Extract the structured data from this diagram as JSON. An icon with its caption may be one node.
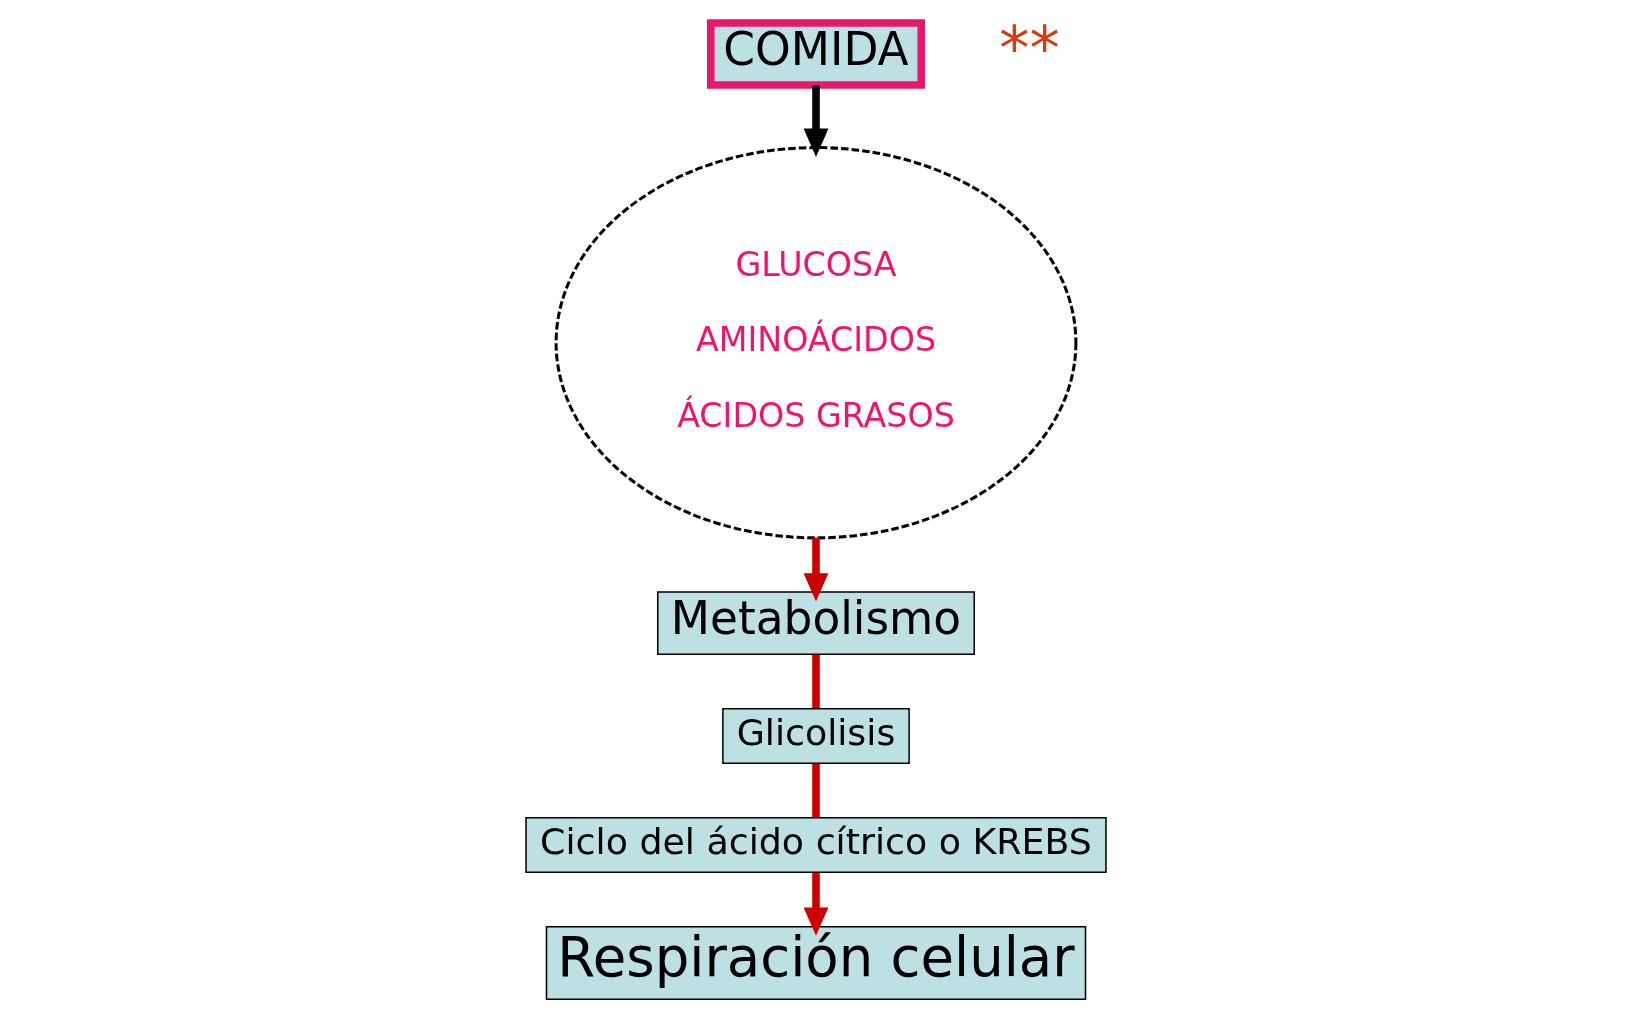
{
  "diagram": {
    "nodes": [
      {
        "text": [
          "COMIDA"
        ]
      },
      {
        "text": [
          "GLUCOSA",
          "AMINOÁCIDOS",
          "ÁCIDOS GRASOS"
        ]
      },
      {
        "text": [
          "Metabolismo"
        ]
      },
      {
        "text": [
          "Glicolisis"
        ]
      },
      {
        "text": [
          "Ciclo del ácido cítrico o KREBS"
        ]
      },
      {
        "text": [
          "Respiración celular"
        ]
      }
    ],
    "edges": [
      {
        "from": 0,
        "to": 1,
        "arrow": "to",
        "color": "#000000"
      },
      {
        "from": 1,
        "to": 2,
        "arrow": "to"
      },
      {
        "from": 2,
        "to": 3,
        "arrow": "none"
      },
      {
        "from": 3,
        "to": 4,
        "arrow": "none"
      },
      {
        "from": 4,
        "to": 5,
        "arrow": "to"
      }
    ],
    "labels": [
      "**"
    ]
  }
}
